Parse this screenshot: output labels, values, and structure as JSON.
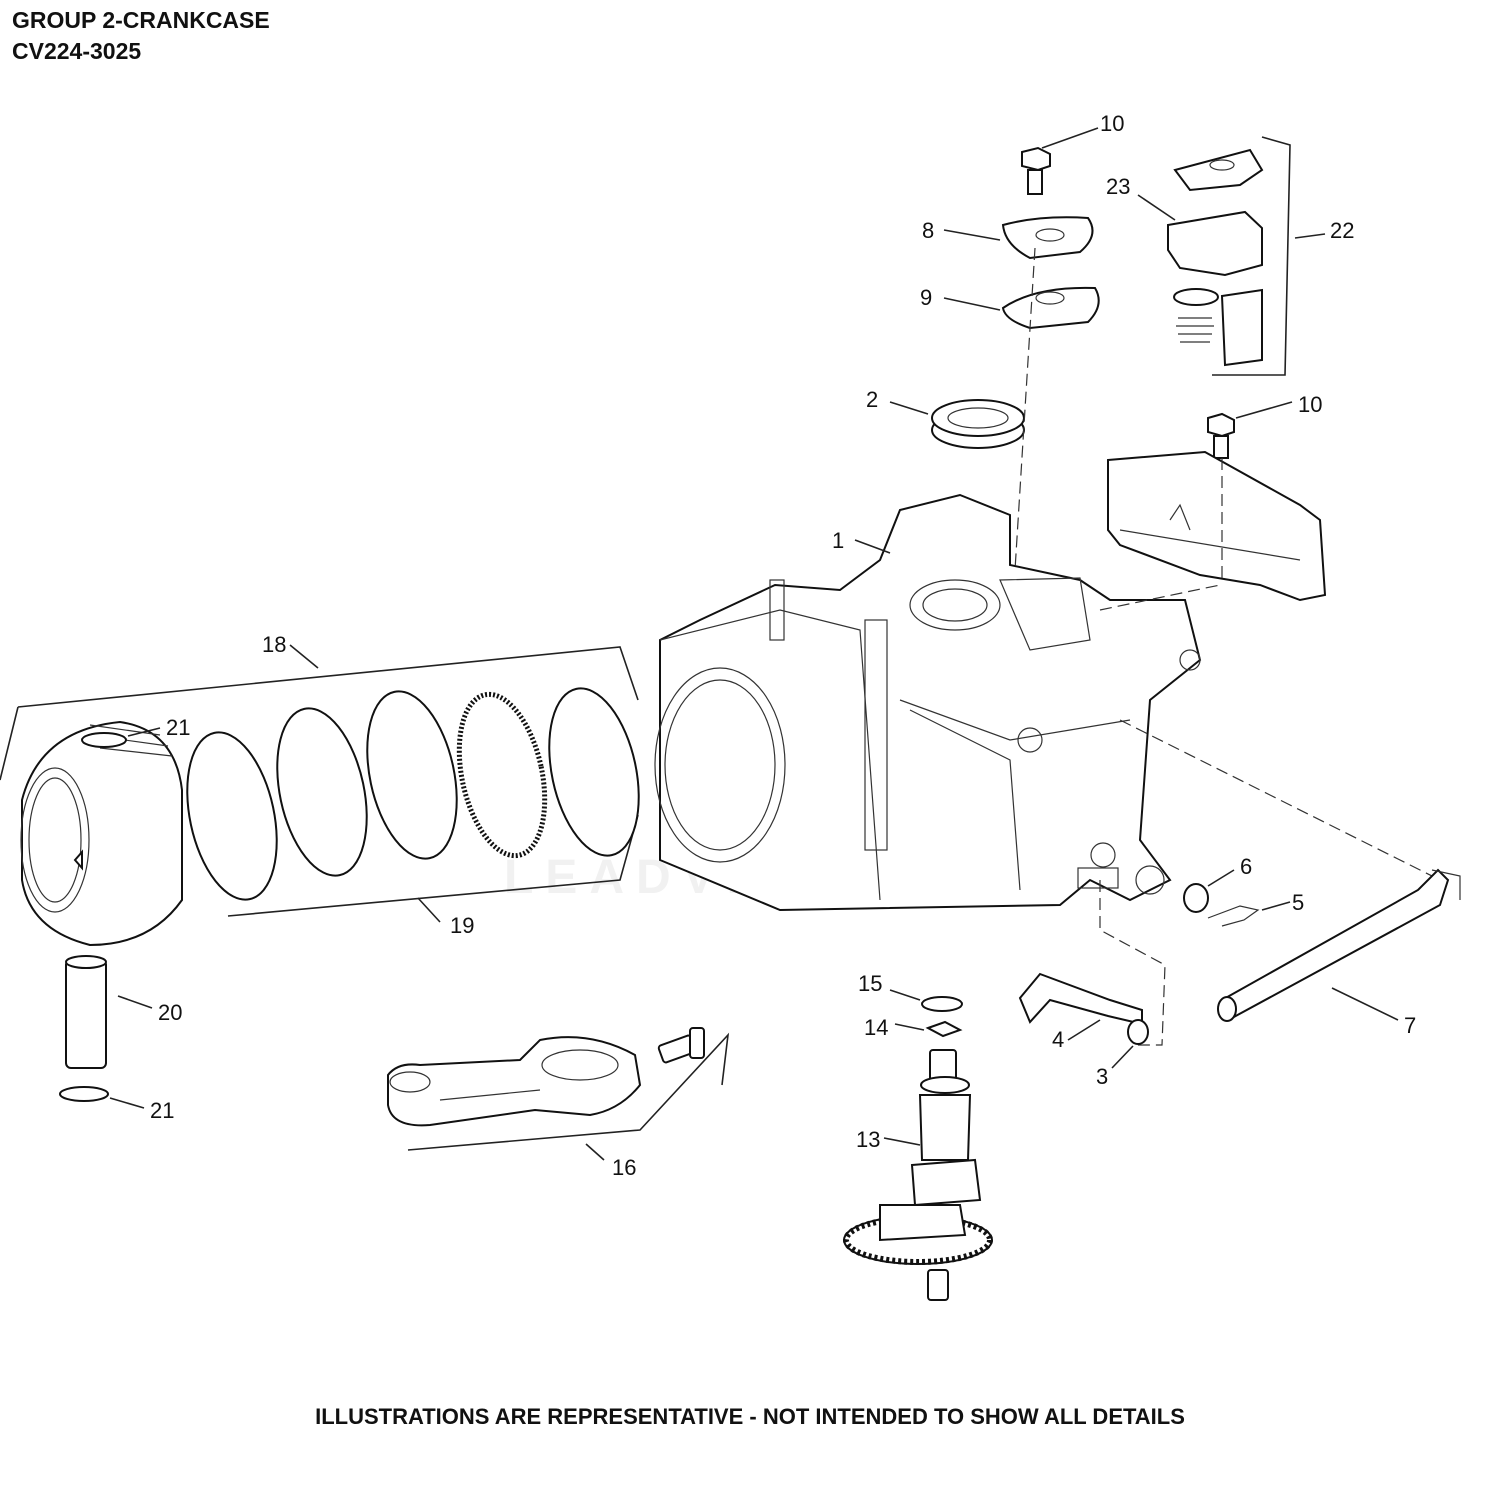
{
  "header": {
    "title": "GROUP 2-CRANKCASE",
    "model": "CV224-3025"
  },
  "footer": {
    "note": "ILLUSTRATIONS ARE REPRESENTATIVE - NOT INTENDED TO SHOW ALL DETAILS"
  },
  "watermark": "LEADVENTURE",
  "callouts": [
    "1",
    "2",
    "3",
    "4",
    "5",
    "6",
    "7",
    "8",
    "9",
    "10",
    "10",
    "13",
    "14",
    "15",
    "16",
    "18",
    "19",
    "20",
    "21",
    "21",
    "22",
    "23"
  ]
}
